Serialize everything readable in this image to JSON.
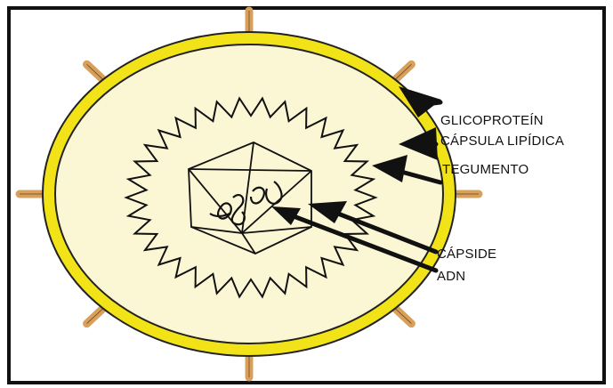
{
  "diagram": {
    "labels": {
      "glycoprotein": "GLICOPROTEÍN",
      "lipid_capsule": "CÁPSULA LIPÍDICA",
      "tegument": "TEGUMENTO",
      "capsid": "CÁPSIDE",
      "dna": "ADN"
    },
    "colors": {
      "envelope_ring": "#f2e318",
      "envelope_fill": "#fbf7d4",
      "spikes": "#d9a05b",
      "lines": "#111111",
      "frame": "#111111"
    }
  }
}
